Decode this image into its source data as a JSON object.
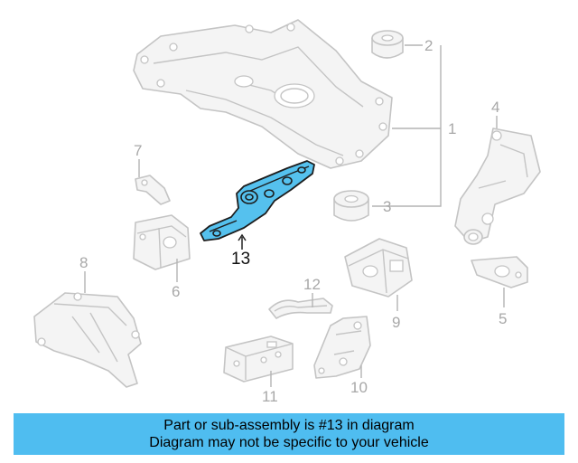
{
  "diagram": {
    "highlight_color": "#55c1ee",
    "callouts": {
      "c1": "1",
      "c2": "2",
      "c3": "3",
      "c4": "4",
      "c5": "5",
      "c6": "6",
      "c7": "7",
      "c8": "8",
      "c9": "9",
      "c10": "10",
      "c11": "11",
      "c12": "12",
      "c13": "13"
    }
  },
  "banner": {
    "line1": "Part or sub-assembly is #13 in diagram",
    "line2": "Diagram may not be specific to your vehicle",
    "color": "#4fbdf0"
  }
}
